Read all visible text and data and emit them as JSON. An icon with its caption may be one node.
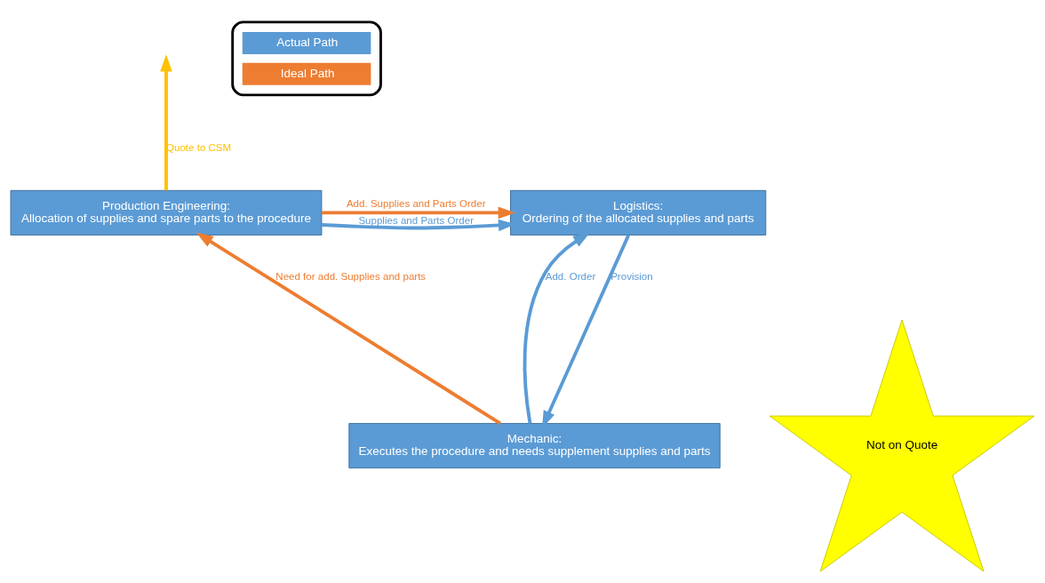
{
  "diagram": {
    "nodes": [
      {
        "text": [
          "Production Engineering:",
          "Allocation of supplies and spare parts to the procedure"
        ]
      },
      {
        "text": [
          "Logistics:",
          "Ordering of the allocated supplies and parts"
        ]
      },
      {
        "text": [
          "Mechanic:",
          "Executes the procedure and needs supplement supplies and parts"
        ]
      },
      {
        "text": [
          "Not on Quote"
        ]
      }
    ],
    "edges": [
      {
        "from": 0,
        "to": null,
        "arrow": "to",
        "label": "Quote to CSM",
        "color": "#ffc000"
      },
      {
        "from": 0,
        "to": 1,
        "arrow": "to",
        "label": "Supplies and Parts Order",
        "color": "#5b9bd5"
      },
      {
        "from": 0,
        "to": 1,
        "arrow": "to",
        "label": "Add. Supplies and Parts Order",
        "color": "#ed7d31"
      },
      {
        "from": 1,
        "to": 2,
        "arrow": "to",
        "label": "Provision",
        "color": "#5b9bd5"
      },
      {
        "from": 2,
        "to": 1,
        "arrow": "to",
        "label": "Add. Order",
        "color": "#5b9bd5"
      },
      {
        "from": 2,
        "to": 0,
        "arrow": "to",
        "label": "Need for add. Supplies and parts",
        "color": "#ed7d31"
      }
    ],
    "legend": [
      {
        "text": "Actual Path",
        "color": "#5b9bd5"
      },
      {
        "text": "Ideal Path",
        "color": "#ed7d31"
      }
    ]
  }
}
